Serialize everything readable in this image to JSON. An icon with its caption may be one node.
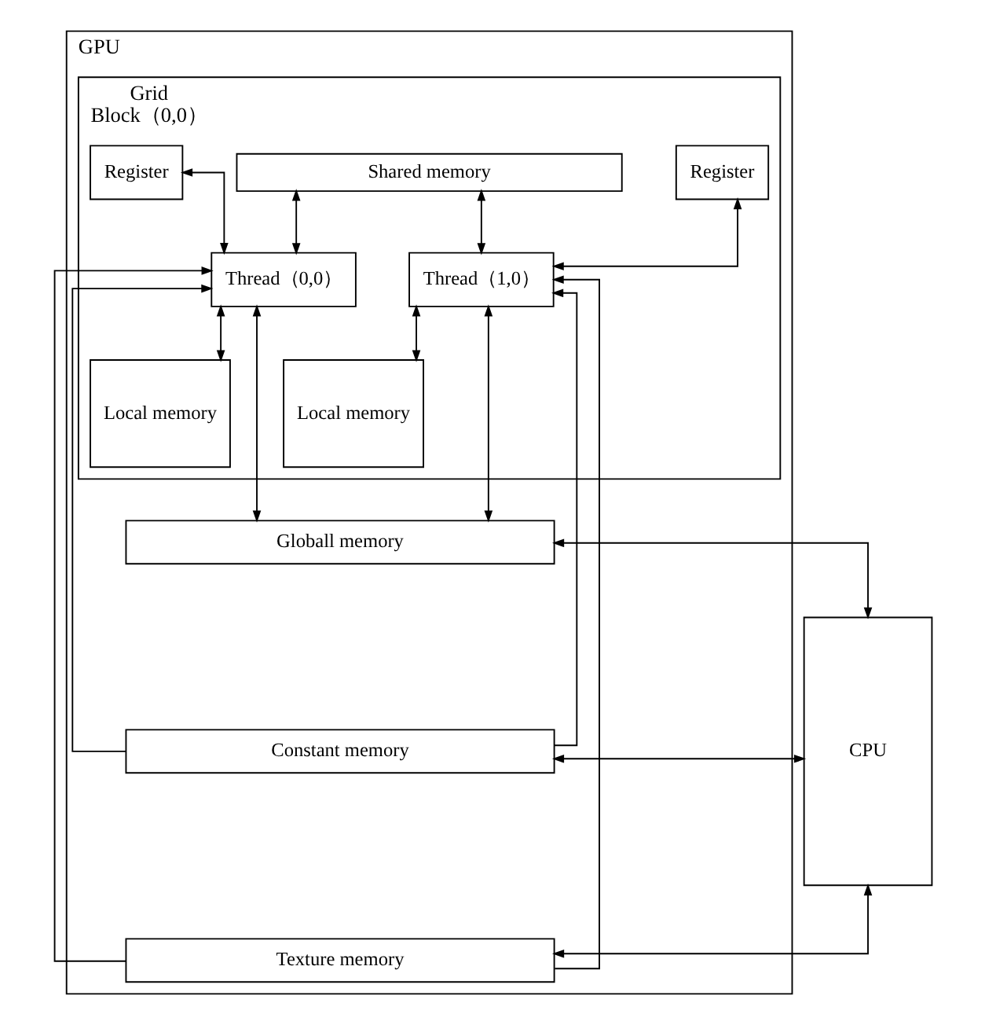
{
  "diagram": {
    "nodes": [
      {
        "text": [
          "GPU"
        ]
      },
      {
        "text": [
          "Grid",
          "Block（0,0）"
        ],
        "in": 0
      },
      {
        "text": [
          "Shared memory"
        ],
        "in": 1
      },
      {
        "text": [
          "Register"
        ],
        "in": 1
      },
      {
        "text": [
          "Register"
        ],
        "in": 1
      },
      {
        "text": [
          "Thread（0,0）"
        ],
        "in": 1
      },
      {
        "text": [
          "Thread（1,0）"
        ],
        "in": 1
      },
      {
        "text": [
          "Local memory"
        ],
        "in": 1
      },
      {
        "text": [
          "Local memory"
        ],
        "in": 1
      },
      {
        "text": [
          "CPU"
        ]
      },
      {
        "text": [
          "Globall memory"
        ],
        "in": 0
      },
      {
        "text": [
          "Constant memory"
        ],
        "in": 0
      },
      {
        "text": [
          "Texture memory"
        ],
        "in": 0
      }
    ],
    "edges": [
      {
        "from": 3,
        "to": 5,
        "arrow": "both"
      },
      {
        "from": 2,
        "to": 5,
        "arrow": "both"
      },
      {
        "from": 4,
        "to": 6,
        "arrow": "both"
      },
      {
        "from": 2,
        "to": 6,
        "arrow": "both"
      },
      {
        "from": 5,
        "to": 7,
        "arrow": "both"
      },
      {
        "from": 6,
        "to": 8,
        "arrow": "both"
      },
      {
        "from": 5,
        "to": 10,
        "arrow": "both"
      },
      {
        "from": 11,
        "to": 5,
        "arrow": "to"
      },
      {
        "from": 12,
        "to": 5,
        "arrow": "to"
      },
      {
        "from": 6,
        "to": 10,
        "arrow": "both"
      },
      {
        "from": 11,
        "to": 6,
        "arrow": "to"
      },
      {
        "from": 12,
        "to": 6,
        "arrow": "to"
      },
      {
        "from": 9,
        "to": 10,
        "arrow": "both"
      },
      {
        "from": 9,
        "to": 11,
        "arrow": "both"
      },
      {
        "from": 9,
        "to": 12,
        "arrow": "both"
      }
    ]
  }
}
